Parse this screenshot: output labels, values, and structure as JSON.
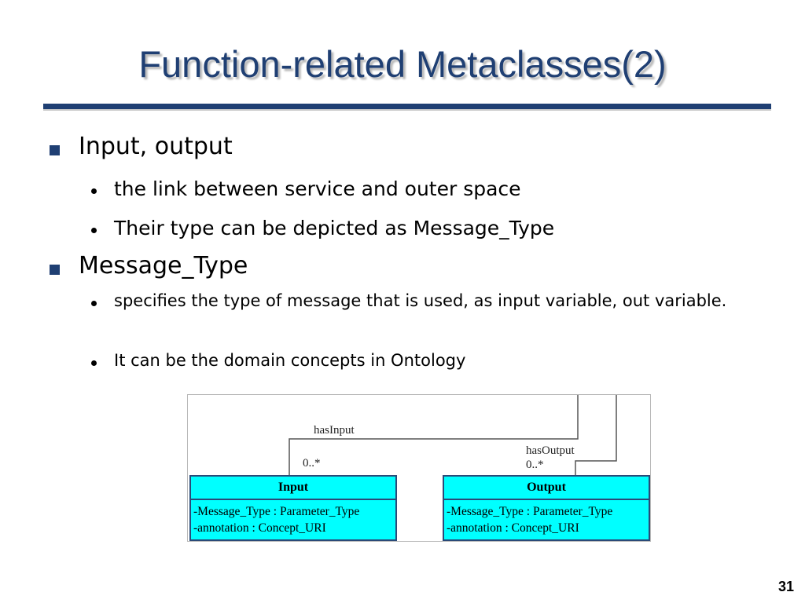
{
  "slide": {
    "title": "Function-related Metaclasses(2)",
    "page_number": "31"
  },
  "bullets": [
    {
      "text": "Input, output",
      "sub": [
        "the link between service and outer space",
        "Their type can be depicted as Message_Type"
      ]
    },
    {
      "text": "Message_Type",
      "sub": [
        "specifies the type of message that is used, as input variable, out variable.",
        "It can be the domain concepts in Ontology"
      ]
    }
  ],
  "diagram": {
    "has_input_label": "hasInput",
    "has_output_label": "hasOutput",
    "input_multiplicity": "0..*",
    "output_multiplicity": "0..*",
    "classes": [
      {
        "name": "Input",
        "attributes": [
          "-Message_Type : Parameter_Type",
          "-annotation : Concept_URI"
        ]
      },
      {
        "name": "Output",
        "attributes": [
          "-Message_Type : Parameter_Type",
          "-annotation : Concept_URI"
        ]
      }
    ],
    "colors": {
      "class_fill": "#00ffff",
      "class_border": "#2a4a78"
    }
  },
  "theme": {
    "title_color": "#1f3f73",
    "rule_color": "#1f3f73"
  }
}
